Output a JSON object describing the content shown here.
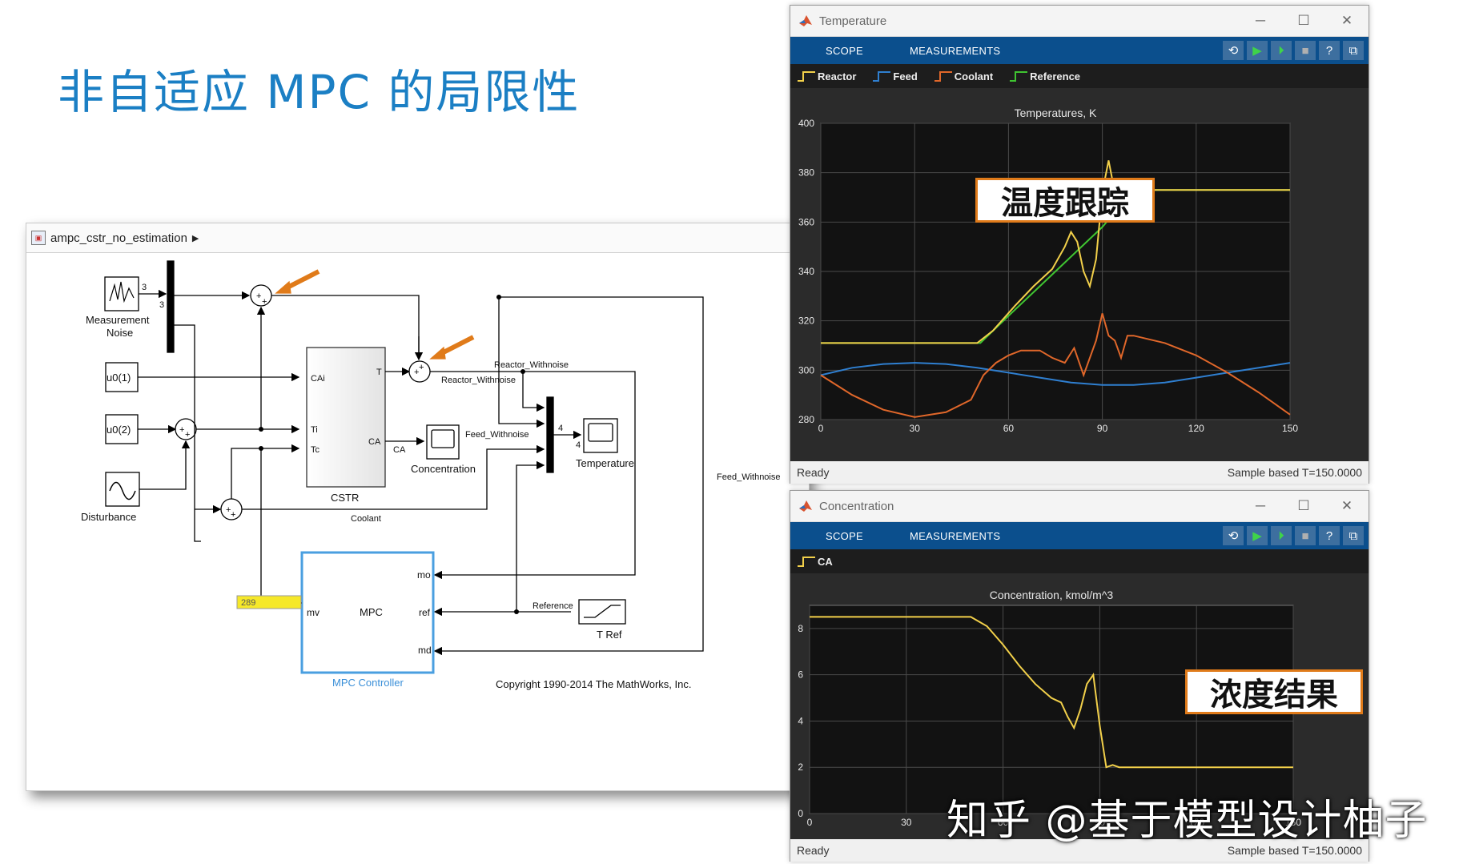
{
  "slide_title": "非自适应 MPC 的局限性",
  "model": {
    "breadcrumb": "ampc_cstr_no_estimation",
    "blocks": {
      "measurement_noise": "Measurement\nNoise",
      "u01": "u0(1)",
      "u02": "u0(2)",
      "disturbance": "Disturbance",
      "cstr": "CSTR",
      "cstr_in_cai": "CAi",
      "cstr_in_ti": "Ti",
      "cstr_in_tc": "Tc",
      "cstr_out_t": "T",
      "cstr_out_ca": "CA",
      "concentration": "Concentration",
      "temperature": "Temperature",
      "mpc": "MPC",
      "mpc_mo": "mo",
      "mpc_mv": "mv",
      "mpc_ref": "ref",
      "mpc_md": "md",
      "mpc_controller": "MPC Controller",
      "tref": "T Ref",
      "display_value": "289"
    },
    "signals": {
      "reactor_withnoise_1": "Reactor_Withnoise",
      "reactor_withnoise_2": "Reactor_Withnoise",
      "feed_withnoise_1": "Feed_Withnoise",
      "feed_withnoise_2": "Feed_Withnoise",
      "ca": "CA",
      "coolant": "Coolant",
      "reference": "Reference",
      "mux_3a": "3",
      "mux_3b": "3",
      "mux_4a": "4",
      "mux_4b": "4"
    },
    "copyright": "Copyright 1990-2014 The MathWorks, Inc."
  },
  "scope_temperature": {
    "window_title": "Temperature",
    "tab_scope": "SCOPE",
    "tab_measurements": "MEASUREMENTS",
    "legend": [
      {
        "name": "Reactor",
        "color": "#f2d04a"
      },
      {
        "name": "Feed",
        "color": "#2f7fd0"
      },
      {
        "name": "Coolant",
        "color": "#e0672a"
      },
      {
        "name": "Reference",
        "color": "#3fc431"
      }
    ],
    "status_left": "Ready",
    "status_right": "Sample based    T=150.0000",
    "callout": "温度跟踪"
  },
  "scope_concentration": {
    "window_title": "Concentration",
    "tab_scope": "SCOPE",
    "tab_measurements": "MEASUREMENTS",
    "legend": [
      {
        "name": "CA",
        "color": "#f2d04a"
      }
    ],
    "status_left": "Ready",
    "status_right": "Sample based    T=150.0000",
    "callout": "浓度结果"
  },
  "watermark": "知乎 @基于模型设计柚子",
  "chart_data": [
    {
      "type": "line",
      "title": "Temperatures, K",
      "xlim": [
        0,
        150
      ],
      "ylim": [
        280,
        400
      ],
      "xticks": [
        0,
        30,
        60,
        90,
        120,
        150
      ],
      "yticks": [
        280,
        300,
        320,
        340,
        360,
        380,
        400
      ],
      "grid": true,
      "series": [
        {
          "name": "Reference",
          "color": "#3fc431",
          "x": [
            0,
            50,
            51,
            60,
            70,
            80,
            90,
            100,
            150
          ],
          "y": [
            311,
            311,
            311,
            322,
            334,
            346,
            358,
            373,
            373
          ]
        },
        {
          "name": "Reactor",
          "color": "#f2d04a",
          "x": [
            0,
            50,
            55,
            62,
            68,
            74,
            78,
            80,
            82,
            84,
            86,
            88,
            90,
            92,
            94,
            96,
            98,
            100,
            150
          ],
          "y": [
            311,
            311,
            316,
            326,
            334,
            341,
            350,
            356,
            352,
            340,
            334,
            345,
            372,
            385,
            372,
            368,
            370,
            373,
            373
          ]
        },
        {
          "name": "Feed",
          "color": "#2f7fd0",
          "x": [
            0,
            10,
            20,
            30,
            40,
            50,
            60,
            70,
            80,
            90,
            100,
            110,
            120,
            130,
            140,
            150
          ],
          "y": [
            298,
            301,
            302.5,
            303,
            302.5,
            301,
            299,
            297,
            295,
            294,
            294,
            295,
            297,
            299,
            301,
            303
          ]
        },
        {
          "name": "Coolant",
          "color": "#e0672a",
          "x": [
            0,
            10,
            20,
            30,
            40,
            48,
            52,
            56,
            60,
            64,
            70,
            74,
            78,
            81,
            84,
            88,
            90,
            92,
            94,
            96,
            98,
            100,
            110,
            120,
            130,
            140,
            150
          ],
          "y": [
            298,
            290,
            284,
            281,
            283,
            288,
            298,
            303,
            306,
            308,
            308,
            305,
            303,
            309,
            298,
            312,
            323,
            314,
            312,
            305,
            314,
            314,
            311,
            306,
            299,
            291,
            282
          ]
        }
      ]
    },
    {
      "type": "line",
      "title": "Concentration, kmol/m^3",
      "xlim": [
        0,
        150
      ],
      "ylim": [
        0,
        9
      ],
      "xticks": [
        0,
        30,
        60,
        90,
        120,
        150
      ],
      "yticks": [
        0,
        2,
        4,
        6,
        8
      ],
      "grid": true,
      "series": [
        {
          "name": "CA",
          "color": "#f2d04a",
          "x": [
            0,
            50,
            55,
            60,
            65,
            70,
            75,
            78,
            80,
            82,
            84,
            86,
            88,
            90,
            92,
            94,
            96,
            100,
            110,
            120,
            150
          ],
          "y": [
            8.5,
            8.5,
            8.1,
            7.3,
            6.4,
            5.6,
            5.0,
            4.8,
            4.2,
            3.7,
            4.5,
            5.6,
            6.0,
            3.8,
            2.0,
            2.1,
            2.0,
            2.0,
            2.0,
            2.0,
            2.0
          ]
        }
      ]
    }
  ]
}
